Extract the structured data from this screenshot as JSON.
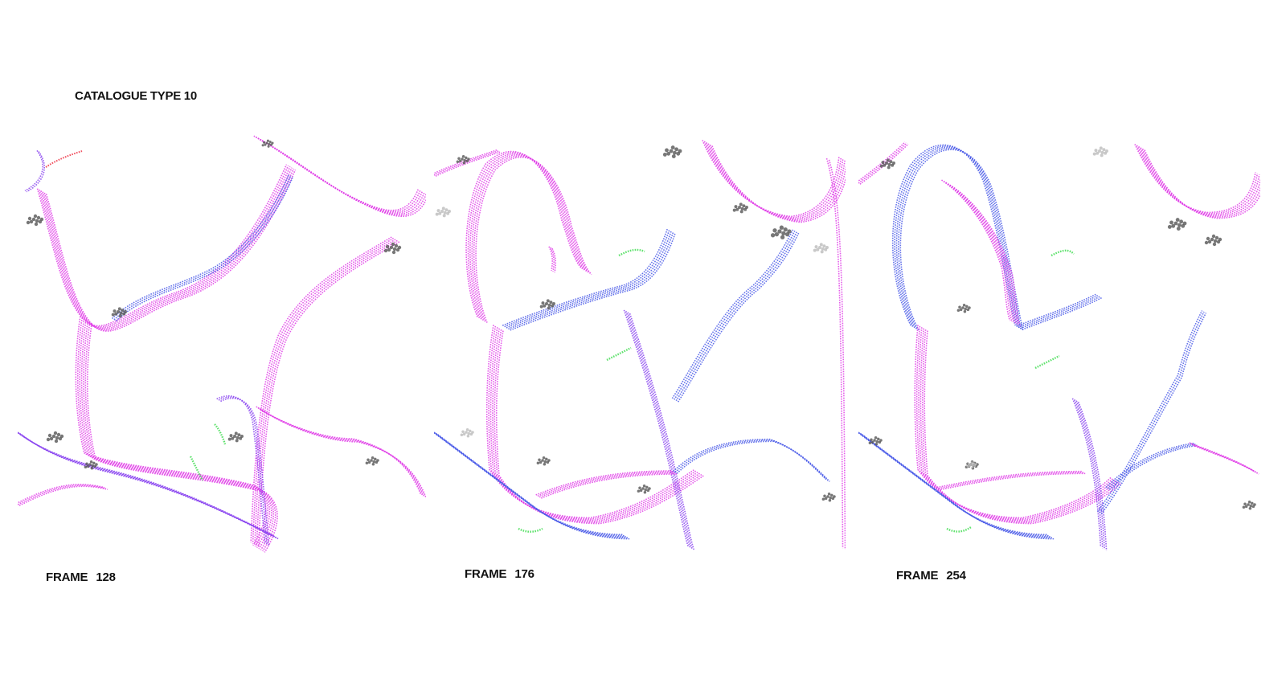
{
  "heading": "CATALOGUE TYPE 10",
  "frames": [
    {
      "label": "FRAME",
      "number": "128"
    },
    {
      "label": "FRAME",
      "number": "176"
    },
    {
      "label": "FRAME",
      "number": "254"
    }
  ],
  "colors": {
    "magenta": "#e040e8",
    "violet": "#8a44f0",
    "blue": "#4a5ae8",
    "red": "#ee3344",
    "green": "#44dd55",
    "gray": "#555555",
    "light_gray": "#bbbbbb"
  }
}
